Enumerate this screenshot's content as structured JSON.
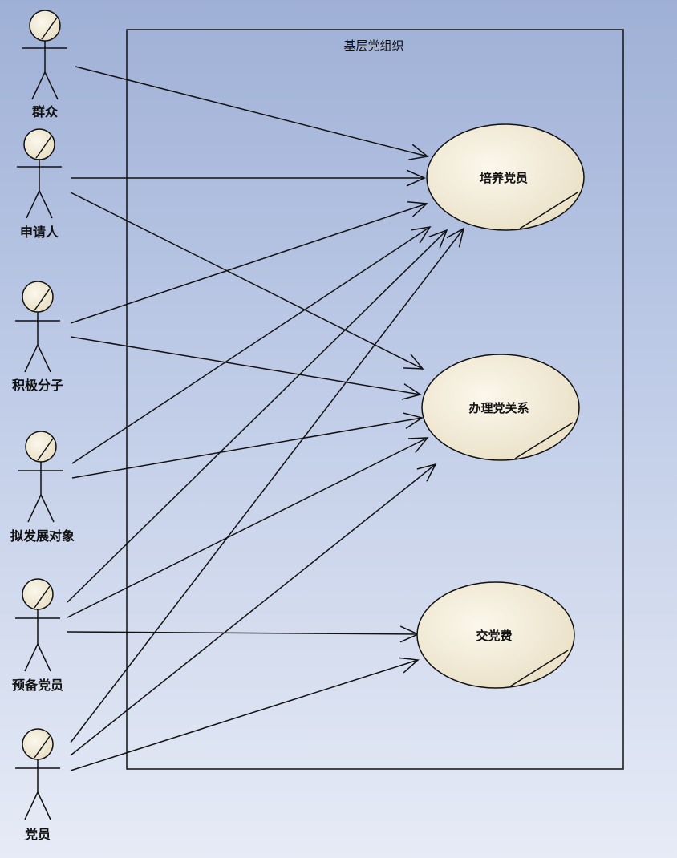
{
  "system": {
    "title": "基层党组织"
  },
  "actors": [
    {
      "id": "qunzhong",
      "label": "群众"
    },
    {
      "id": "shenqingren",
      "label": "申请人"
    },
    {
      "id": "jijifenzi",
      "label": "积极分子"
    },
    {
      "id": "nifazhan",
      "label": "拟发展对象"
    },
    {
      "id": "yubei",
      "label": "预备党员"
    },
    {
      "id": "dangyuan",
      "label": "党员"
    }
  ],
  "usecases": [
    {
      "id": "peiyang",
      "label": "培养党员"
    },
    {
      "id": "banli",
      "label": "办理党关系"
    },
    {
      "id": "jiaodangfei",
      "label": "交党费"
    }
  ],
  "associations": [
    {
      "from": "qunzhong",
      "to": "peiyang"
    },
    {
      "from": "shenqingren",
      "to": "peiyang"
    },
    {
      "from": "shenqingren",
      "to": "banli"
    },
    {
      "from": "jijifenzi",
      "to": "peiyang"
    },
    {
      "from": "jijifenzi",
      "to": "banli"
    },
    {
      "from": "nifazhan",
      "to": "peiyang"
    },
    {
      "from": "nifazhan",
      "to": "banli"
    },
    {
      "from": "yubei",
      "to": "peiyang"
    },
    {
      "from": "yubei",
      "to": "banli"
    },
    {
      "from": "yubei",
      "to": "jiaodangfei"
    },
    {
      "from": "dangyuan",
      "to": "peiyang"
    },
    {
      "from": "dangyuan",
      "to": "banli"
    },
    {
      "from": "dangyuan",
      "to": "jiaodangfei"
    }
  ],
  "colors": {
    "usecase_fill": "#f2ead6",
    "line": "#111111"
  }
}
